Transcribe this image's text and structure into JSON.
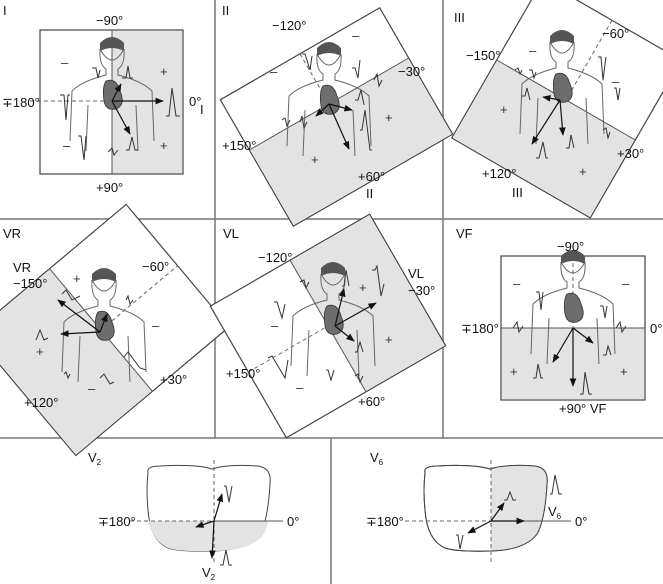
{
  "figure": {
    "description": "ECG lead views of the heart's electrical axis",
    "panels": [
      {
        "id": "I",
        "title": "I",
        "labels": {
          "top": "−90°",
          "left": "∓180°",
          "right": "0°",
          "right_lead": "I",
          "bottom": "+90°"
        },
        "positive_side": "right"
      },
      {
        "id": "II",
        "title": "II",
        "labels": {
          "top": "−120°",
          "right": "−30°",
          "left": "+150°",
          "bottom": "+60°",
          "bottom_lead": "II"
        },
        "positive_side": "lower"
      },
      {
        "id": "III",
        "title": "III",
        "labels": {
          "top_right": "−60°",
          "top_left": "−150°",
          "right": "+30°",
          "bottom": "+120°",
          "bottom_lead": "III"
        },
        "positive_side": "lower-left"
      },
      {
        "id": "VR",
        "title": "VR",
        "labels": {
          "lead": "VR",
          "top_left": "−150°",
          "top_right": "−60°",
          "right": "+30°",
          "bottom": "+120°"
        },
        "positive_side": "upper-left"
      },
      {
        "id": "VL",
        "title": "VL",
        "labels": {
          "top": "−120°",
          "lead": "VL",
          "right": "−30°",
          "left": "+150°",
          "bottom": "+60°"
        },
        "positive_side": "right"
      },
      {
        "id": "VF",
        "title": "VF",
        "labels": {
          "top": "−90°",
          "left": "∓180°",
          "right": "0°",
          "bottom": "+90° VF"
        },
        "positive_side": "lower"
      },
      {
        "id": "V2",
        "title_main": "V",
        "title_sub": "2",
        "labels": {
          "left": "∓180°",
          "right": "0°",
          "bottom_main": "V",
          "bottom_sub": "2"
        },
        "positive_side": "lower"
      },
      {
        "id": "V6",
        "title_main": "V",
        "title_sub": "6",
        "labels": {
          "left": "∓180°",
          "right": "0°",
          "lead_main": "V",
          "lead_sub": "6"
        },
        "positive_side": "right"
      }
    ],
    "signs": {
      "plus": "+",
      "minus": "–"
    }
  }
}
